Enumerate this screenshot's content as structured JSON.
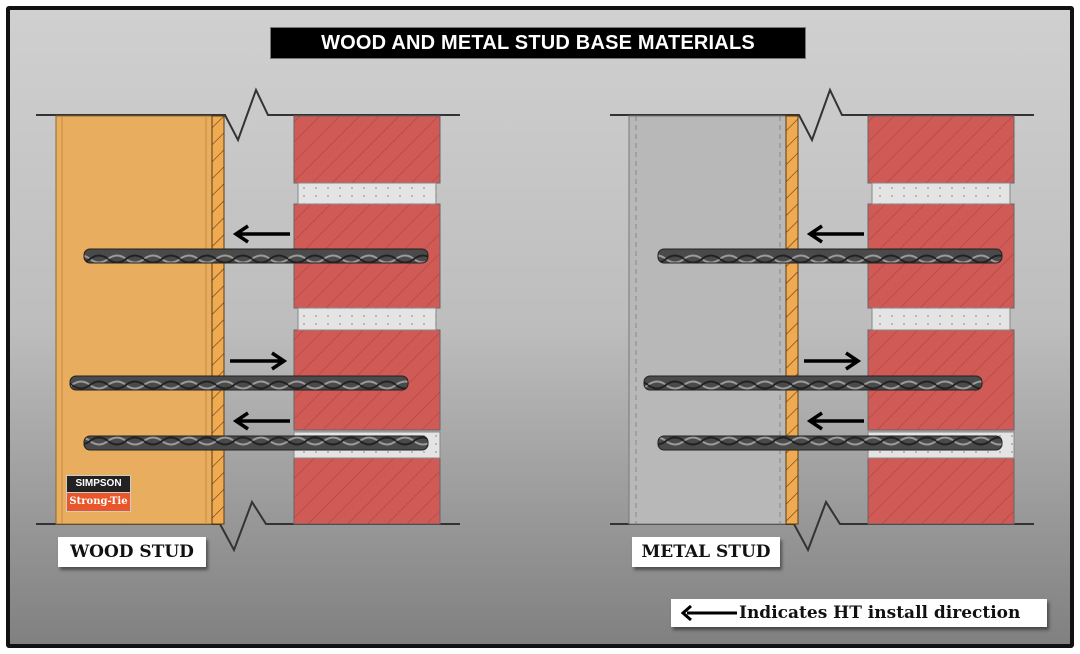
{
  "title": "WOOD AND METAL STUD BASE MATERIALS",
  "panels": [
    {
      "label": "WOOD STUD",
      "stud_type": "wood",
      "anchors": [
        {
          "direction": "left",
          "embed": "brick"
        },
        {
          "direction": "right",
          "embed": "brick"
        },
        {
          "direction": "left",
          "embed": "mortar-joint"
        }
      ]
    },
    {
      "label": "METAL STUD",
      "stud_type": "metal",
      "anchors": [
        {
          "direction": "left",
          "embed": "brick"
        },
        {
          "direction": "right",
          "embed": "brick"
        },
        {
          "direction": "left",
          "embed": "mortar-joint"
        }
      ]
    }
  ],
  "legend": {
    "icon": "arrow-left-icon",
    "text": "Indicates HT install direction"
  },
  "logo": {
    "top": "SIMPSON",
    "bottom": "Strong-Tie"
  },
  "colors": {
    "wood": "#e8ad5e",
    "brick": "#d05b56",
    "mortar": "#e4e4e4",
    "metal": "#b8b8b8",
    "sheathing": "#f0ab52"
  }
}
